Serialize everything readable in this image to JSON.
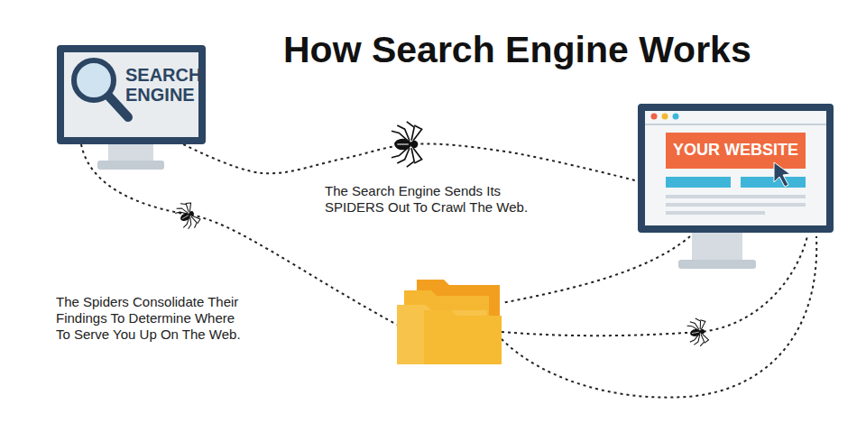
{
  "diagram": {
    "title": "How Search Engine Works",
    "nodes": [
      {
        "text": [
          "SEARCH ENGINE"
        ]
      },
      {
        "text": [
          "YOUR WEBSITE"
        ]
      }
    ],
    "edges": [
      {
        "from": 0,
        "to": 1,
        "arrow": "none"
      }
    ],
    "labels": [
      "The Search Engine Sends Its SPIDERS Out To Crawl The Web.",
      "The Spiders Consolidate Their Findings To Determine Where To Serve You Up On The Web."
    ]
  }
}
